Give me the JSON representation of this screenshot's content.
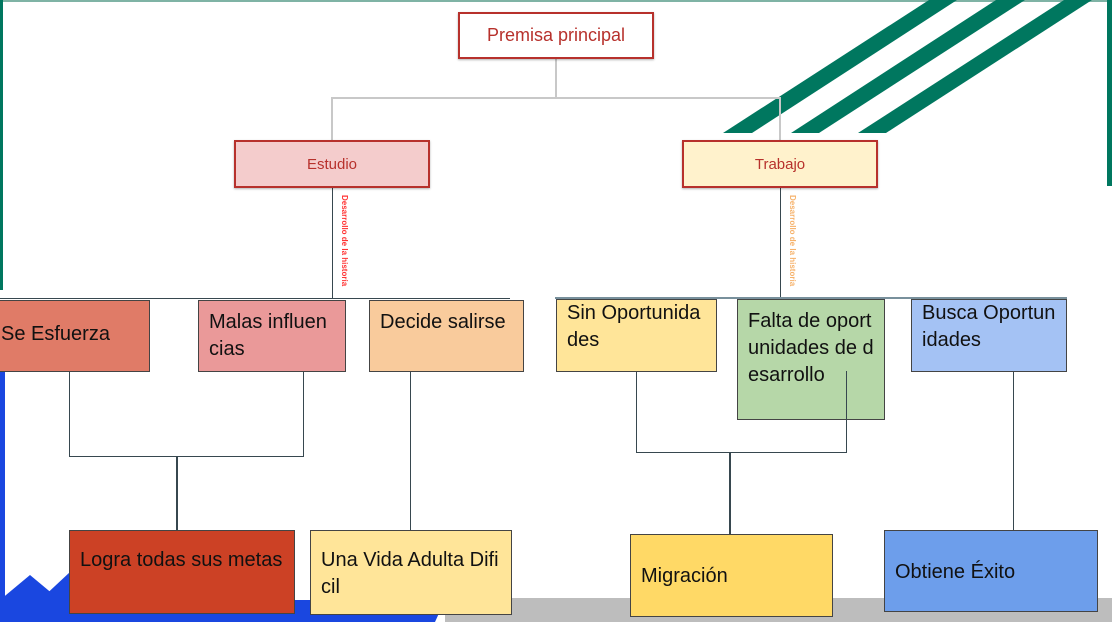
{
  "root": "Premisa principal",
  "branches": [
    {
      "label": "Estudio",
      "annotation": "Desarrollo de la historia",
      "annotation_color": "#ff3333"
    },
    {
      "label": "Trabajo",
      "annotation": "Desarrollo de la historia",
      "annotation_color": "#f6b26b"
    }
  ],
  "causes": [
    "Se Esfuerza",
    "Malas influencias",
    "Decide salirse",
    "Sin Oportunidades",
    "Falta de oportunidades de desarrollo",
    "Busca Oportunidades"
  ],
  "outcomes": [
    "Logra todas sus metas",
    "Una Vida Adulta Dificil",
    "Migración",
    "Obtiene Éxito"
  ],
  "colors": {
    "accent_green": "#00775f",
    "accent_blue": "#1a47e0",
    "border_red": "#b7312c"
  }
}
